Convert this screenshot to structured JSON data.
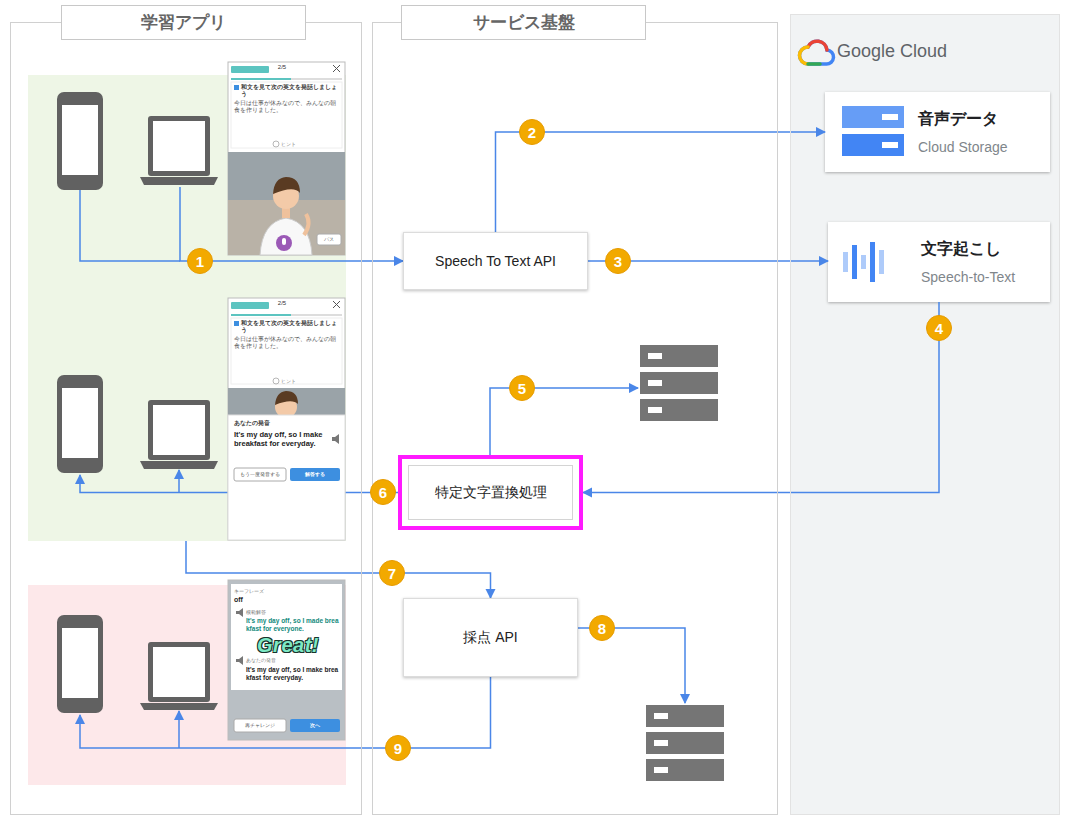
{
  "diagram": {
    "nodes": [
      {
        "text": [
          "学習アプリ"
        ]
      },
      {
        "text": [
          "サービス基盤"
        ]
      },
      {
        "text": [
          "Google Cloud"
        ]
      },
      {
        "text": [
          "音声データ",
          "Cloud Storage"
        ],
        "in": 2
      },
      {
        "text": [
          "文字起こし",
          "Speech-to-Text"
        ],
        "in": 2
      },
      {
        "text": [
          "Speech To Text API"
        ],
        "in": 1
      },
      {
        "text": [
          "特定文字置換処理"
        ],
        "in": 1
      },
      {
        "text": [
          "採点 API"
        ],
        "in": 1
      }
    ],
    "edges": [
      {
        "from": 0,
        "to": 5,
        "label": "1",
        "arrow": "to"
      },
      {
        "from": 5,
        "to": 3,
        "label": "2",
        "arrow": "to"
      },
      {
        "from": 5,
        "to": 4,
        "label": "3",
        "arrow": "to"
      },
      {
        "from": 4,
        "to": 6,
        "label": "4",
        "arrow": "to"
      },
      {
        "from": 6,
        "to": 0,
        "label": "6",
        "arrow": "to"
      },
      {
        "from": 0,
        "to": 7,
        "label": "7",
        "arrow": "to"
      },
      {
        "from": 7,
        "to": 0,
        "label": "9",
        "arrow": "to"
      }
    ],
    "labels": [
      "5",
      "8",
      "2/5",
      "和文を見て次の英文を発話しましょう",
      "今日は仕事が休みなので、みんなの朝食を作りました。",
      "ヒント",
      "パス",
      "2/5",
      "和文を見て次の英文を発話しましょう",
      "今日は仕事が休みなので、みんなの朝食を作りました。",
      "ヒント",
      "あなたの発音",
      "It's my day off, so I make breakfast for everyday.",
      "もう一度発音する",
      "解答する",
      "キーフレーズ",
      "off",
      "模範解答",
      "It's my day off, so I made breakfast for everyone.",
      "あなたの発音",
      "It's my day off, so I make breakfast for everyday.",
      "Great!",
      "再チャレンジ",
      "次へ"
    ]
  }
}
